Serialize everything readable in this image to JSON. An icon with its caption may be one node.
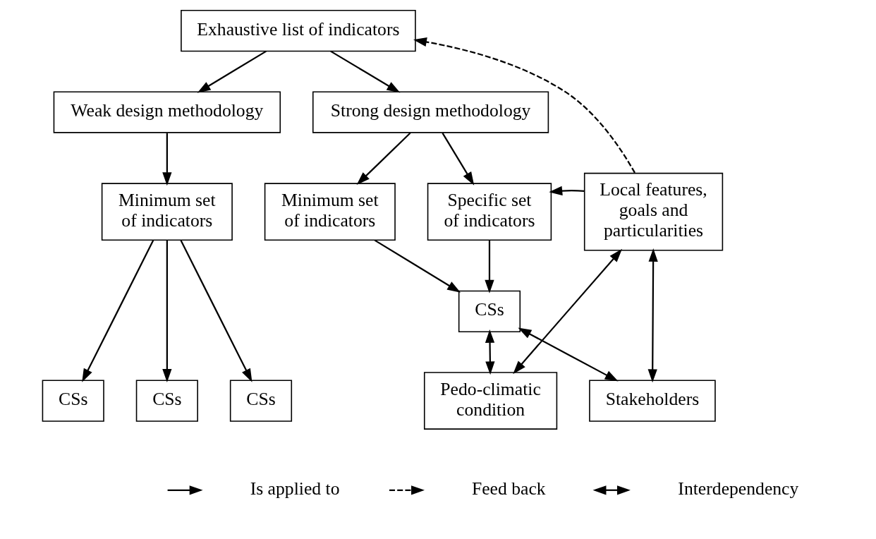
{
  "diagram": {
    "nodes": [
      {
        "text": [
          "Exhaustive list of indicators"
        ]
      },
      {
        "text": [
          "Weak design methodology"
        ]
      },
      {
        "text": [
          "Strong design methodology"
        ]
      },
      {
        "text": [
          "Minimum set of indicators"
        ]
      },
      {
        "text": [
          "Minimum set of indicators"
        ]
      },
      {
        "text": [
          "Specific set of indicators"
        ]
      },
      {
        "text": [
          "Local features, goals and particularities"
        ]
      },
      {
        "text": [
          "CSs"
        ]
      },
      {
        "text": [
          "CSs"
        ]
      },
      {
        "text": [
          "CSs"
        ]
      },
      {
        "text": [
          "CSs"
        ]
      },
      {
        "text": [
          "Pedo-climatic condition"
        ]
      },
      {
        "text": [
          "Stakeholders"
        ]
      }
    ],
    "edges": [
      {
        "from": 0,
        "to": 1,
        "arrow": "to"
      },
      {
        "from": 0,
        "to": 2,
        "arrow": "to"
      },
      {
        "from": 1,
        "to": 3,
        "arrow": "to"
      },
      {
        "from": 2,
        "to": 4,
        "arrow": "to"
      },
      {
        "from": 2,
        "to": 5,
        "arrow": "to"
      },
      {
        "from": 6,
        "to": 0,
        "arrow": "to",
        "style": "dashed"
      },
      {
        "from": 6,
        "to": 5,
        "arrow": "to"
      },
      {
        "from": 4,
        "to": 7,
        "arrow": "to"
      },
      {
        "from": 5,
        "to": 7,
        "arrow": "to"
      },
      {
        "from": 3,
        "to": 8,
        "arrow": "to"
      },
      {
        "from": 3,
        "to": 9,
        "arrow": "to"
      },
      {
        "from": 3,
        "to": 10,
        "arrow": "to"
      },
      {
        "from": 7,
        "to": 11,
        "arrow": "both"
      },
      {
        "from": 7,
        "to": 12,
        "arrow": "both"
      },
      {
        "from": 6,
        "to": 12,
        "arrow": "both"
      },
      {
        "from": 6,
        "to": 11,
        "arrow": "both"
      }
    ],
    "legend": [
      {
        "text": "Is applied to"
      },
      {
        "text": "Feed back"
      },
      {
        "text": "Interdependency"
      }
    ]
  }
}
